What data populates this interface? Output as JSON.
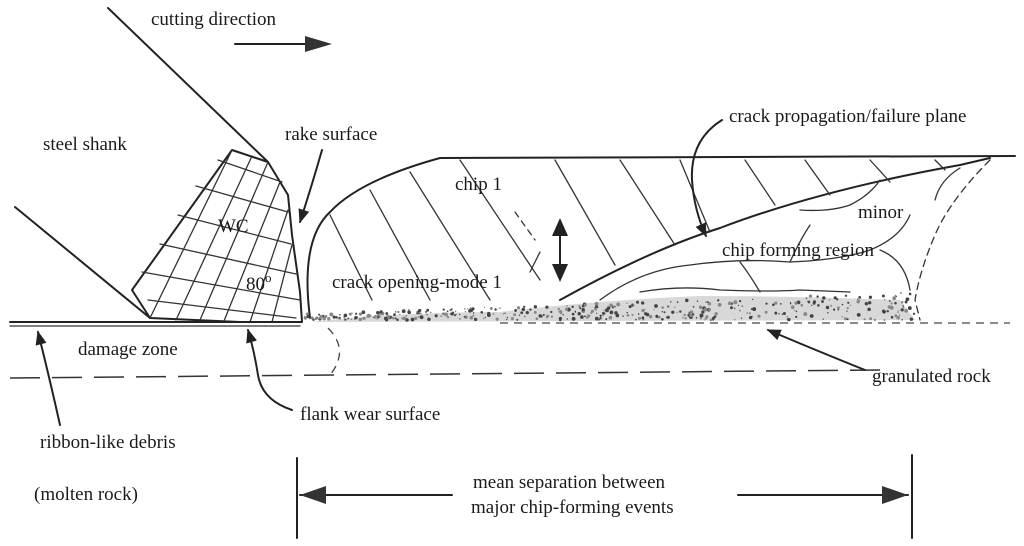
{
  "labels": {
    "cutting_direction": "cutting direction",
    "steel_shank": "steel shank",
    "rake_surface": "rake surface",
    "wc": "WC",
    "angle": "80",
    "angle_unit": "o",
    "chip": "chip 1",
    "crack_opening": "crack opening-mode 1",
    "crack_propagation": "crack propagation/failure plane",
    "minor": "minor",
    "chip_forming_region": "chip forming region",
    "damage_zone": "damage zone",
    "granulated_rock": "granulated rock",
    "flank_wear": "flank wear surface",
    "ribbon_debris": "ribbon-like debris",
    "molten_rock": "(molten rock)",
    "mean_separation_1": "mean separation between",
    "mean_separation_2": "major chip-forming events"
  }
}
